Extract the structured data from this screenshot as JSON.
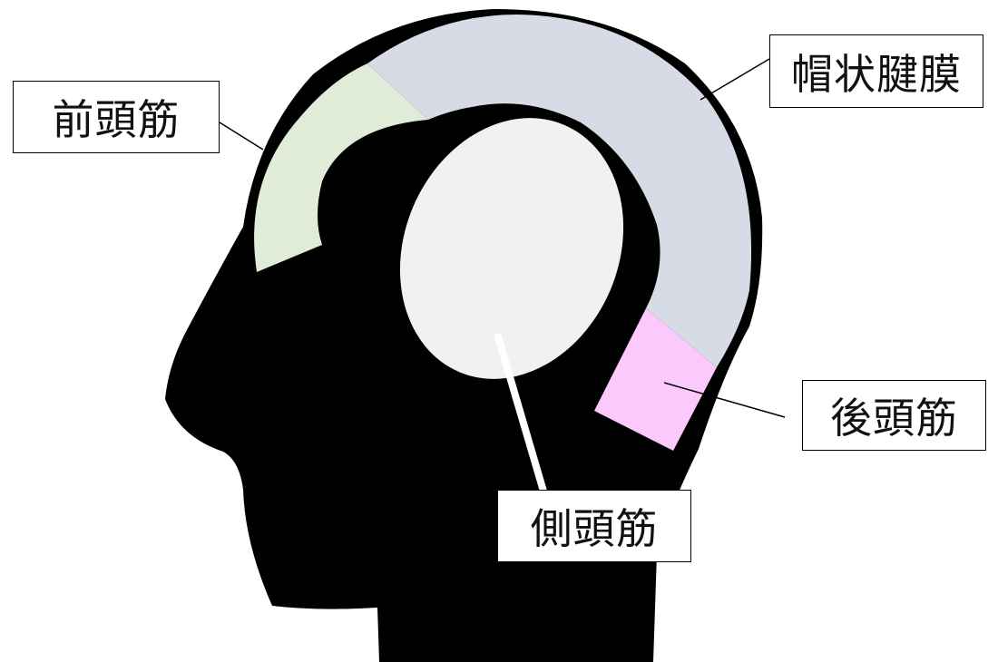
{
  "labels": {
    "frontalis": "前頭筋",
    "galea": "帽状腱膜",
    "occipitalis": "後頭筋",
    "temporalis": "側頭筋"
  },
  "colors": {
    "silhouette": "#000000",
    "frontalis": "#e0ecd8",
    "galea": "#d6dbe5",
    "occipitalis": "#fbc9fb",
    "temporalis": "#f1f1f1",
    "temporalis_leader": "#ffffff"
  }
}
